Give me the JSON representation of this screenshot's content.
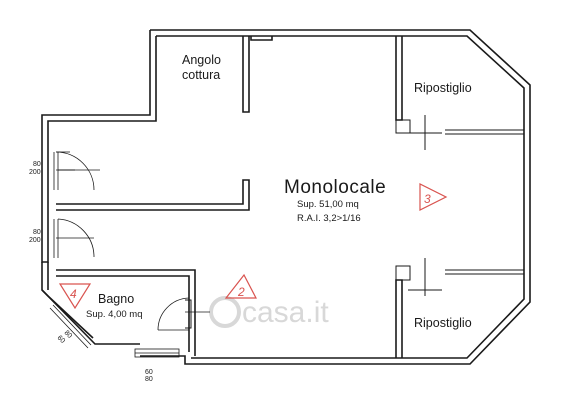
{
  "rooms": {
    "angolo_cottura_line1": "Angolo",
    "angolo_cottura_line2": "cottura",
    "ripostiglio_top": "Ripostiglio",
    "ripostiglio_bottom": "Ripostiglio",
    "monolocale": "Monolocale",
    "monolocale_sup": "Sup. 51,00 mq",
    "monolocale_rai": "R.A.I. 3,2>1/16",
    "bagno": "Bagno",
    "bagno_sup": "Sup. 4,00 mq"
  },
  "doors": {
    "door1_w": "80",
    "door1_h": "200",
    "door2_w": "80",
    "door2_h": "200",
    "window_bath_w": "60",
    "window_bath_h": "80",
    "window_bottom_w": "60",
    "window_bottom_h": "80"
  },
  "markers": {
    "marker_2": "2",
    "marker_3": "3",
    "marker_4": "4"
  },
  "watermark": {
    "text": "casa.it"
  },
  "colors": {
    "wall": "#1a1a1a",
    "marker": "#d9534f",
    "watermark": "#d8d8d8"
  }
}
